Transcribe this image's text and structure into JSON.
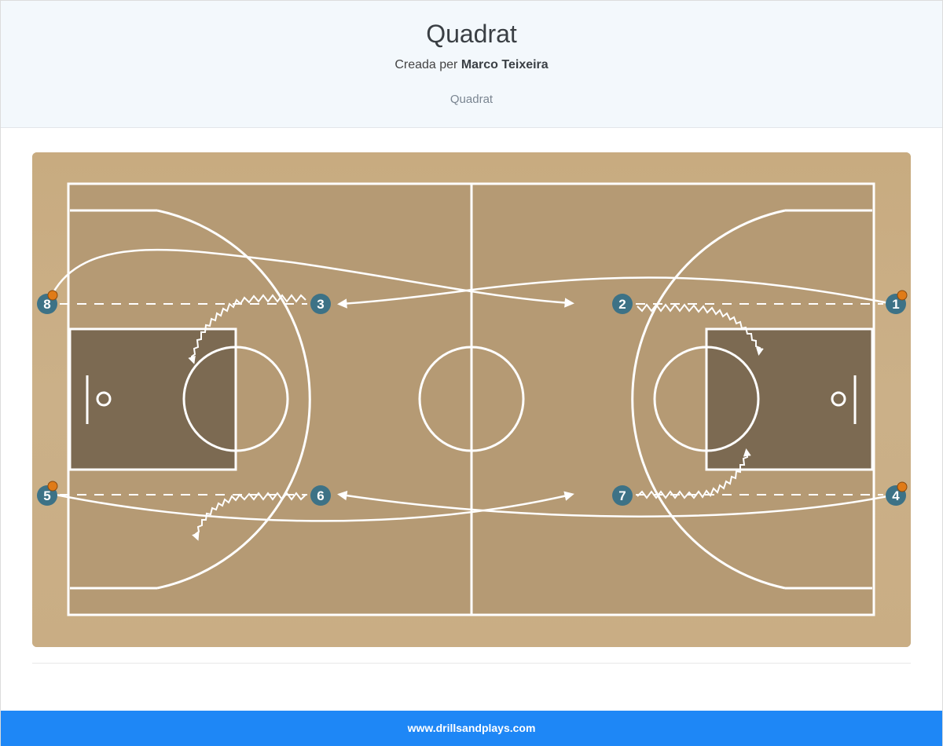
{
  "header": {
    "title": "Quadrat",
    "subtitle_prefix": "Creada per",
    "author": "Marco Teixeira",
    "category": "Quadrat"
  },
  "court": {
    "players": [
      {
        "label": "1",
        "has_ball": true
      },
      {
        "label": "2",
        "has_ball": false
      },
      {
        "label": "3",
        "has_ball": false
      },
      {
        "label": "4",
        "has_ball": true
      },
      {
        "label": "5",
        "has_ball": true
      },
      {
        "label": "6",
        "has_ball": false
      },
      {
        "label": "7",
        "has_ball": false
      },
      {
        "label": "8",
        "has_ball": true
      }
    ]
  },
  "footer": {
    "link": "www.drillsandplays.com"
  },
  "colors": {
    "header_bg": "#f3f8fc",
    "footer_bg": "#1e87f6",
    "player_fill": "#3d7286",
    "court_wood": "#c9ac82",
    "paint": "#7c6a52"
  }
}
